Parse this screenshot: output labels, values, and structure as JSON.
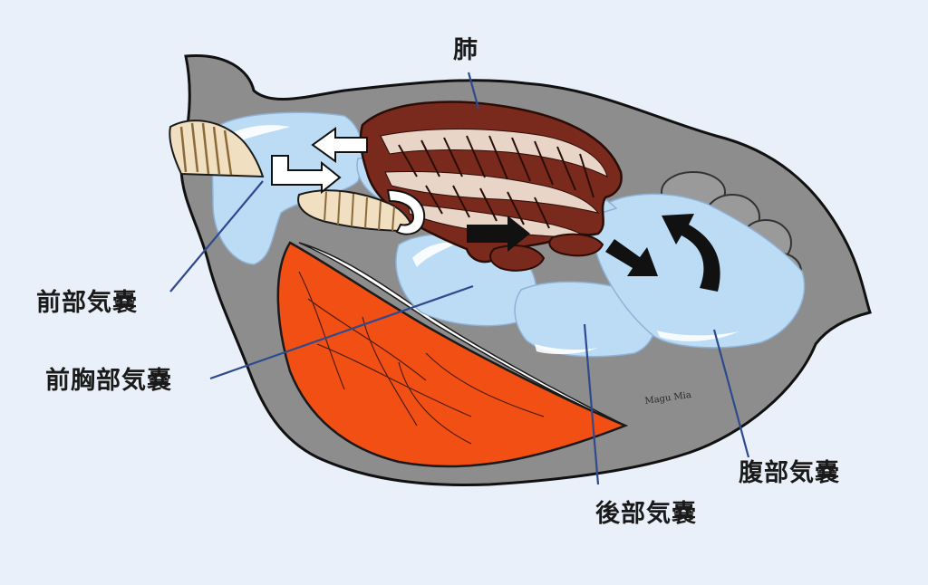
{
  "labels": {
    "lung": "肺",
    "anterior_air_sac": "前部気嚢",
    "anterior_thoracic_air_sac": "前胸部気嚢",
    "posterior_air_sac": "後部気嚢",
    "abdominal_air_sac": "腹部気嚢"
  },
  "signature": "Magu Mia",
  "colors": {
    "background": "#eaf0f9",
    "body": "#8d8d8d",
    "air_sac": "#bcdcf5",
    "lung": "#7a2a1d",
    "heart": "#f24f14",
    "trachea": "#f1dfc1",
    "leader_line": "#2e4a8f",
    "arrow_dark": "#111111",
    "arrow_light": "#ffffff"
  }
}
